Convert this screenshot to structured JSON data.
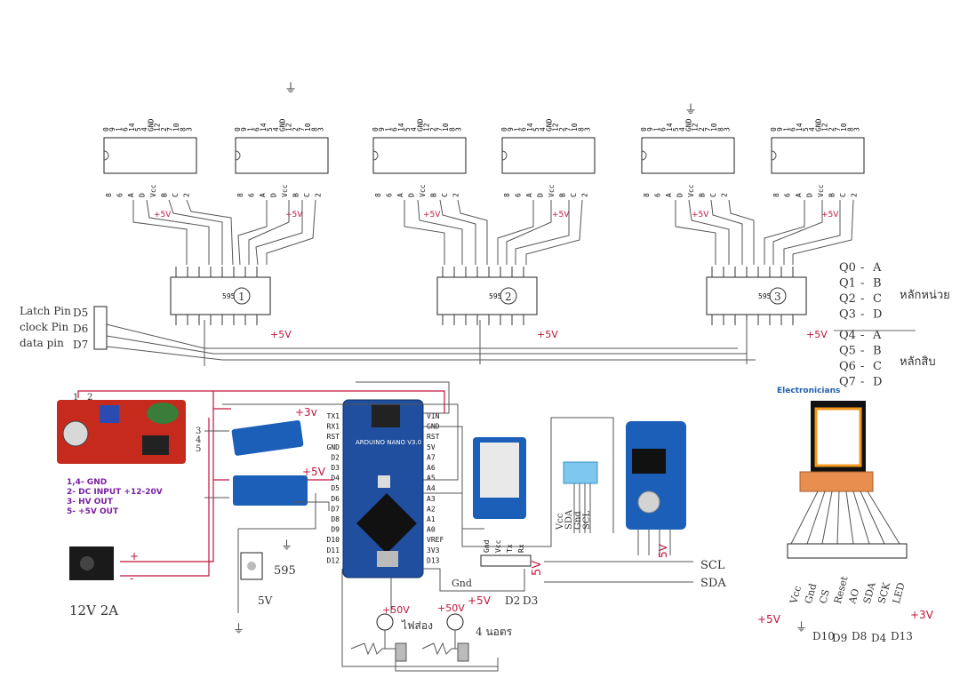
{
  "display_chip": {
    "top_pins": [
      "0",
      "9",
      "1",
      "6",
      "14",
      "5",
      "4",
      "GND",
      "12",
      "2",
      "7",
      "10",
      "8",
      "3"
    ],
    "bottom_pins": [
      "8",
      "6",
      "A",
      "D",
      "Vcc",
      "B",
      "C",
      "2"
    ],
    "vcc_note": "+5V"
  },
  "ground_symbol": "⏚",
  "shift_registers": {
    "label": "595",
    "numbers": [
      "1",
      "2",
      "3"
    ],
    "supply": "+5V"
  },
  "inputs": {
    "latch": "Latch Pin",
    "latch_pin": "D5",
    "clock": "clock Pin",
    "clock_pin": "D6",
    "data": "data pin",
    "data_pin": "D7"
  },
  "mapping": [
    {
      "q": "Q0",
      "seg": "A"
    },
    {
      "q": "Q1",
      "seg": "B"
    },
    {
      "q": "Q2",
      "seg": "C"
    },
    {
      "q": "Q3",
      "seg": "D"
    },
    {
      "q": "Q4",
      "seg": "A"
    },
    {
      "q": "Q5",
      "seg": "B"
    },
    {
      "q": "Q6",
      "seg": "C"
    },
    {
      "q": "Q7",
      "seg": "D"
    }
  ],
  "mapping_notes": [
    "หลักหน่วย",
    "หลักสิบ"
  ],
  "power_module": {
    "pins_left": [
      "1",
      "2"
    ],
    "pins_right": [
      "3",
      "4",
      "5"
    ],
    "legend": [
      "1,4- GND",
      "2- DC INPUT +12-20V",
      "3- HV OUT",
      "5- +5V OUT"
    ]
  },
  "regulators": {
    "v33": "+3v",
    "v5": "+5V"
  },
  "dc_jack": {
    "label": "12V 2A",
    "plus": "+",
    "minus": "-"
  },
  "switch_label": "595",
  "switch_supply": "5V",
  "arduino": {
    "brand": "ARDUINO NANO V3.0",
    "left_pins": [
      "TX1",
      "RX1",
      "RST",
      "GND",
      "D2",
      "D3",
      "D4",
      "D5",
      "D6",
      "D7",
      "D8",
      "D9",
      "D10",
      "D11",
      "D12"
    ],
    "right_pins": [
      "VIN",
      "GND",
      "RST",
      "5V",
      "A7",
      "A6",
      "A5",
      "A4",
      "A3",
      "A2",
      "A1",
      "A0",
      "VREF",
      "3V3",
      "D13"
    ]
  },
  "bluetooth": {
    "pins": [
      "Gnd",
      "Vcc",
      "Tx",
      "Rx"
    ],
    "gnd_note": "Gnd",
    "vcc_note": "+5V",
    "tx_pin": "D2",
    "rx_pin": "D3",
    "supply": "5V"
  },
  "sensor": {
    "pins": [
      "Vcc",
      "SDA",
      "Gnd",
      "SCL"
    ]
  },
  "rtc": {
    "supply": "5V"
  },
  "bus": {
    "scl": "SCL",
    "sda": "SDA"
  },
  "lcd": {
    "brand": "Electronicians",
    "pins": [
      "Vcc",
      "Gnd",
      "CS",
      "Reset",
      "AO",
      "SDA",
      "SCK",
      "LED"
    ],
    "supply_5v": "+5V",
    "supply_33v": "+3V",
    "data_pins": [
      "D10",
      "D9",
      "D8",
      "D4",
      "D13"
    ]
  },
  "sound": {
    "v1": "+50V",
    "l1": "ไฟส่อง",
    "v2": "+50V",
    "l2": "4 นอตร"
  }
}
